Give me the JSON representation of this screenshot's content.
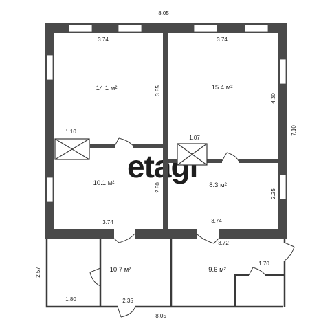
{
  "watermark": "etagi",
  "dimensions": {
    "top_total": "8.05",
    "bottom_total": "8.05",
    "right_total": "7.10",
    "left_lower": "2.57",
    "room1_width": "3.74",
    "room1_height": "3.85",
    "room2_width": "3.74",
    "room2_height": "4.30",
    "shaft1": "1.10",
    "shaft2": "1.07",
    "room3_height": "2.80",
    "room3_width": "3.74",
    "room4_height": "2.25",
    "room4_width": "3.74",
    "room6_width": "3.72",
    "room6_niche": "1.70",
    "room5_left": "1.80",
    "room5_right": "2.35"
  },
  "rooms": {
    "room1_area": "14.1 м²",
    "room2_area": "15.4 м²",
    "room3_area": "10.1 м²",
    "room4_area": "8.3 м²",
    "room5_area": "10.7 м²",
    "room6_area": "9.6 м²"
  },
  "colors": {
    "wall": "#4a4a4a",
    "thin_wall": "#3a3a3a",
    "window_glass": "#ffffff",
    "watermark": "#e6e6e6"
  }
}
